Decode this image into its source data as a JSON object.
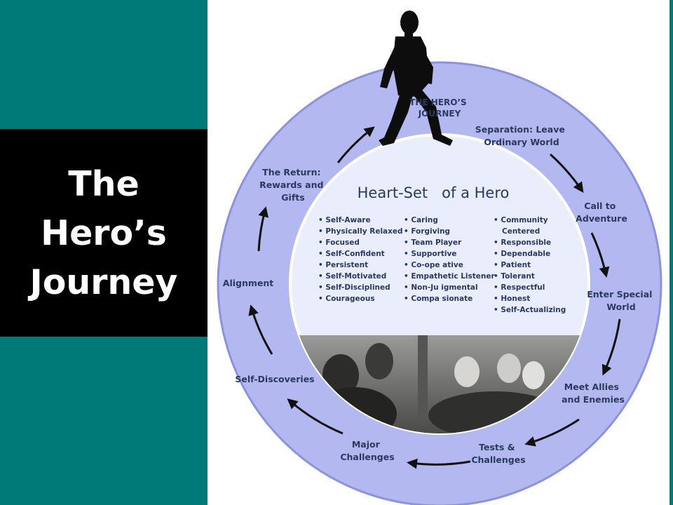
{
  "slide": {
    "title_lines": [
      "The",
      "Hero’s",
      "Journey"
    ],
    "colors": {
      "teal": "#007a78",
      "title_band": "#000000",
      "outer_ring": "#b3b8f0",
      "inner_circle": "#eaedfc",
      "text": "#2a3a5c"
    }
  },
  "diagram": {
    "ring_title_lines": [
      "THE HERO’S",
      "JOURNEY"
    ],
    "inner_title": "Heart-Set   of a Hero",
    "stages": {
      "separation": [
        "Separation: Leave",
        "Ordinary World"
      ],
      "call": [
        "Call to",
        "Adventure"
      ],
      "special_world": [
        "Enter Special",
        "World"
      ],
      "allies": [
        "Meet Allies",
        "and Enemies"
      ],
      "tests": [
        "Tests &",
        "Challenges"
      ],
      "major": [
        "Major",
        "Challenges"
      ],
      "self_discoveries": [
        "Self-Discoveries"
      ],
      "alignment": [
        "Alignment"
      ],
      "return": [
        "The Return:",
        "Rewards and",
        "Gifts"
      ]
    },
    "traits": {
      "col1": [
        "• Self-Aware",
        "• Physically Relaxed",
        "• Focused",
        "• Self-Confident",
        "• Persistent",
        "• Self-Motivated",
        "• Self-Disciplined",
        "• Courageous"
      ],
      "col2": [
        "• Caring",
        "• Forgiving",
        "• Team Player",
        "• Supportive",
        "• Co-ope ative",
        "• Empathetic Listener",
        "• Non-Ju igmental",
        "• Compa sionate"
      ],
      "col3": [
        "• Community",
        "Centered",
        "• Responsible",
        "• Dependable",
        "• Patient",
        "• Tolerant",
        "• Respectful",
        "• Honest",
        "• Self-Actualizing"
      ]
    }
  }
}
